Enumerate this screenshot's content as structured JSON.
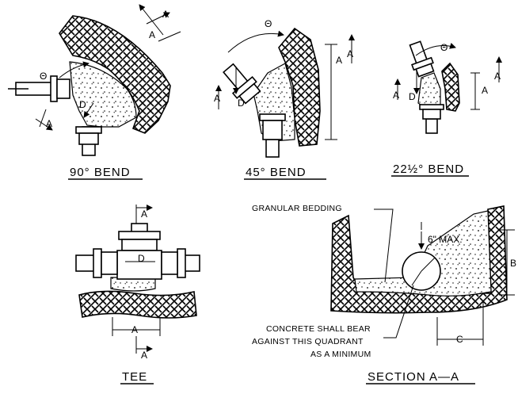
{
  "figures": {
    "bend90": {
      "title": "90° BEND",
      "label_a": "A",
      "label_d": "D",
      "label_theta": "Θ",
      "section": "A"
    },
    "bend45": {
      "title": "45° BEND",
      "label_a": "A",
      "label_d": "D",
      "label_theta": "Θ",
      "section": "A"
    },
    "bend22": {
      "title": "22½° BEND",
      "label_a": "A",
      "label_d": "D",
      "label_theta": "Θ",
      "section": "A"
    },
    "tee": {
      "title": "TEE",
      "label_a": "A",
      "label_d": "D",
      "section": "A"
    },
    "section": {
      "title": "SECTION A—A",
      "note_bedding": "GRANULAR BEDDING",
      "label_max": "6\" MAX.",
      "label_b": "B",
      "label_c": "C",
      "note_line1": "CONCRETE SHALL BEAR",
      "note_line2": "AGAINST THIS QUADRANT",
      "note_line3": "AS A MINIMUM"
    }
  }
}
